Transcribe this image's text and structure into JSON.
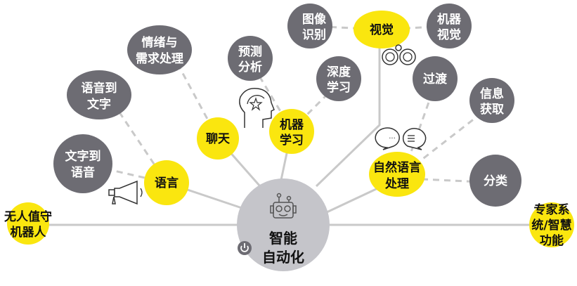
{
  "center": {
    "line1": "智能",
    "line2": "自动化",
    "icon": "robot-icon"
  },
  "primary": {
    "language": "语言",
    "chat": "聊天",
    "ml": [
      "机器",
      "学习"
    ],
    "vision": "视觉",
    "nlp": [
      "自然语言",
      "处理"
    ],
    "rpa": [
      "无人值守",
      "机器人"
    ],
    "expert": [
      "专家系",
      "统/智慧",
      "功能"
    ]
  },
  "secondary": {
    "tts": [
      "文字到",
      "语音"
    ],
    "stt": [
      "语音到",
      "文字"
    ],
    "emotion": [
      "情绪与",
      "需求处理"
    ],
    "predict": [
      "预测",
      "分析"
    ],
    "deep": [
      "深度",
      "学习"
    ],
    "imgrec": [
      "图像",
      "识别"
    ],
    "machvision": [
      "机器",
      "视觉"
    ],
    "transition": "过渡",
    "info": [
      "信息",
      "获取"
    ],
    "classify": "分类"
  },
  "colors": {
    "primary": "#fae60f",
    "secondary": "#6d6c73",
    "center": "#c5c5ca",
    "line": "#c9c9c9"
  }
}
